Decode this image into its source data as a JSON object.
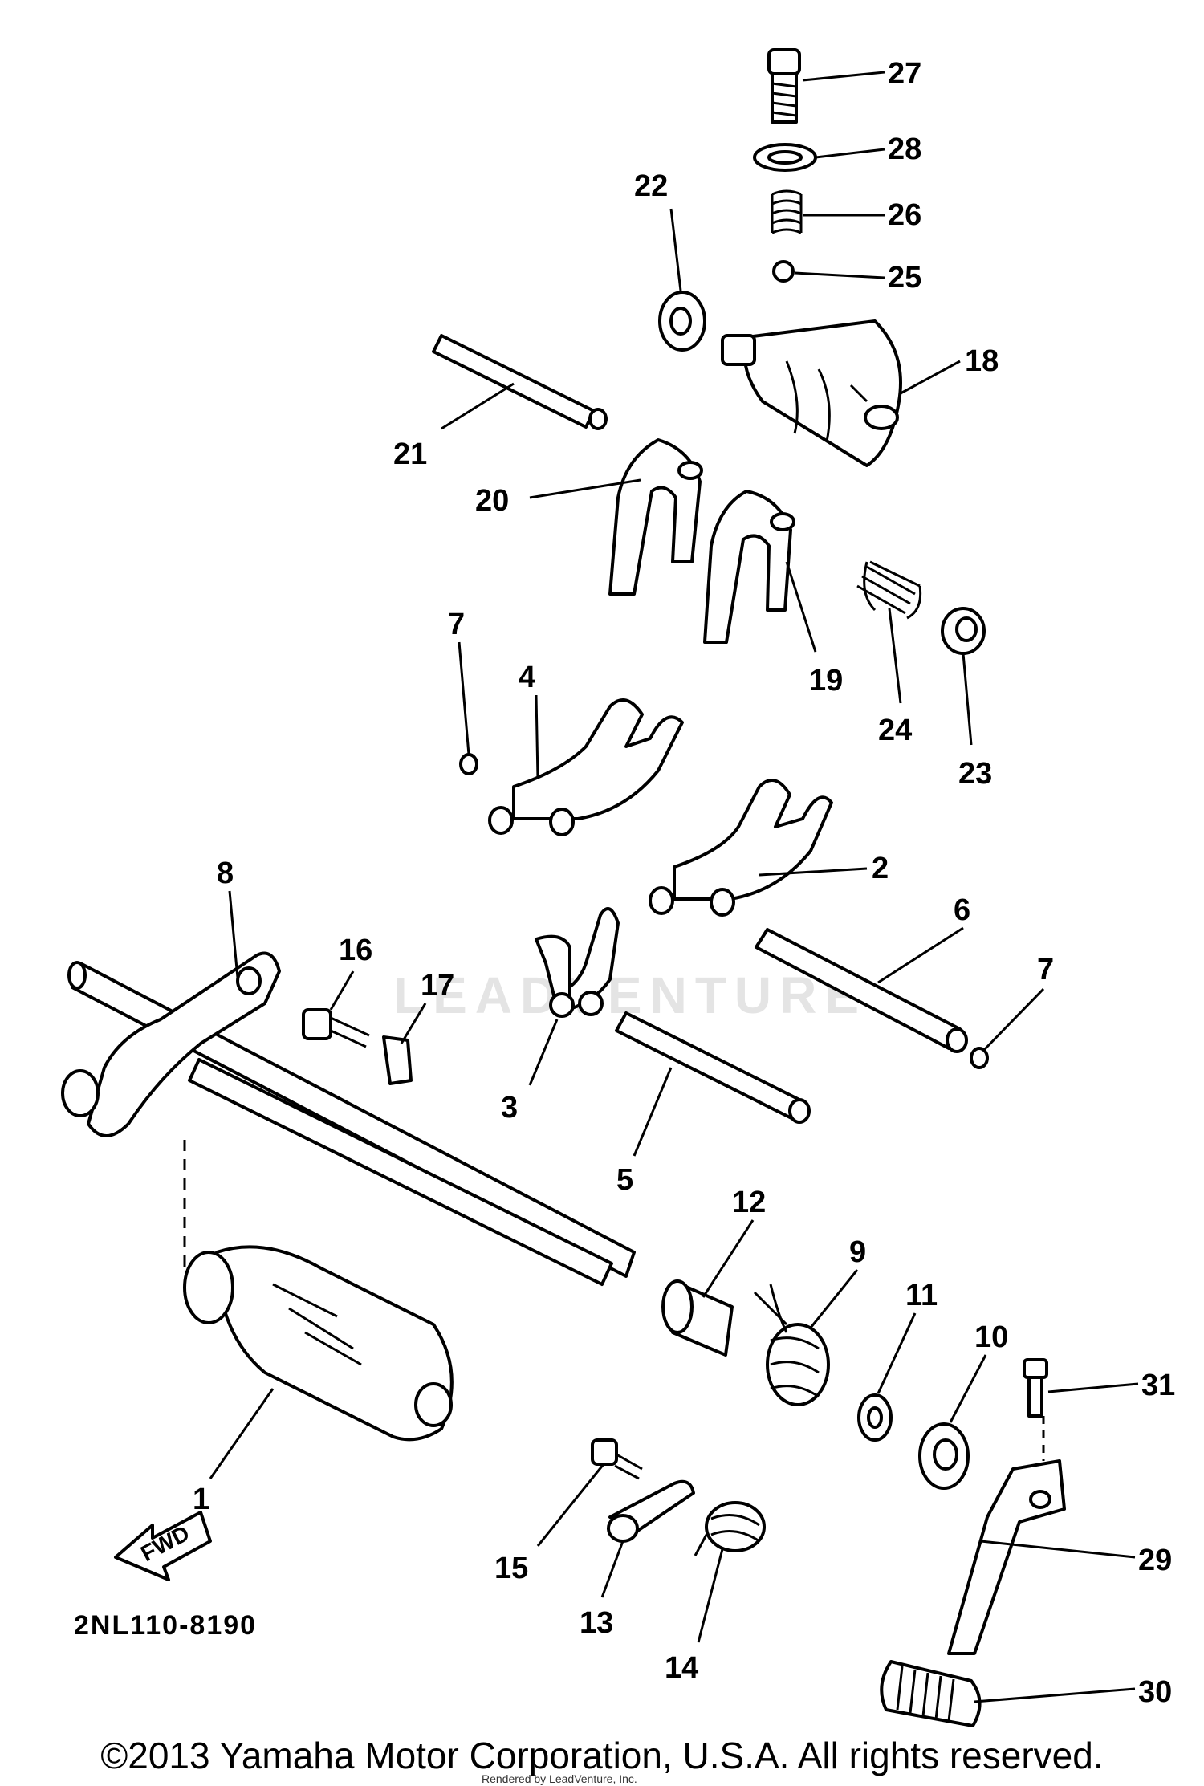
{
  "diagram": {
    "code": "2NL110-8190",
    "fwd_label": "FWD",
    "watermark": "LEADVENTURE",
    "copyright": "©2013 Yamaha Motor Corporation, U.S.A. All rights reserved.",
    "rendered_by": "Rendered by LeadVenture, Inc.",
    "callouts": [
      "27",
      "28",
      "26",
      "25",
      "22",
      "18",
      "21",
      "20",
      "19",
      "24",
      "23",
      "7",
      "4",
      "2",
      "8",
      "16",
      "17",
      "6",
      "7",
      "3",
      "5",
      "12",
      "9",
      "11",
      "10",
      "31",
      "1",
      "15",
      "13",
      "14",
      "29",
      "30"
    ]
  }
}
